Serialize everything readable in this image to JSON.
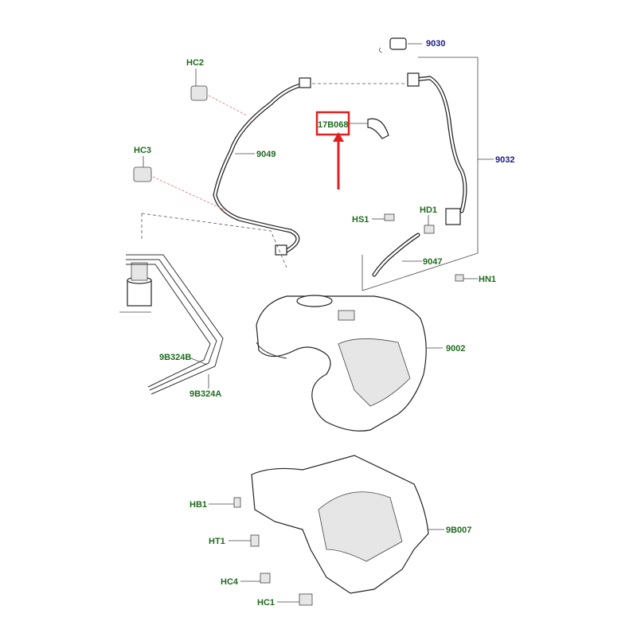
{
  "labels": {
    "p9030": "9030",
    "hc2": "HC2",
    "hc3": "HC3",
    "p17b068": "17B068",
    "p9049": "9049",
    "p9032": "9032",
    "hd1": "HD1",
    "hs1": "HS1",
    "p9047": "9047",
    "hn1": "HN1",
    "p9002": "9002",
    "p9b324b": "9B324B",
    "p9b324a": "9B324A",
    "hb1": "HB1",
    "p9b007": "9B007",
    "ht1": "HT1",
    "hc4": "HC4",
    "hc1": "HC1"
  },
  "colors": {
    "highlight": "#e02020",
    "label_blue": "#1a1a8c",
    "label_green": "#1e6b1e"
  }
}
